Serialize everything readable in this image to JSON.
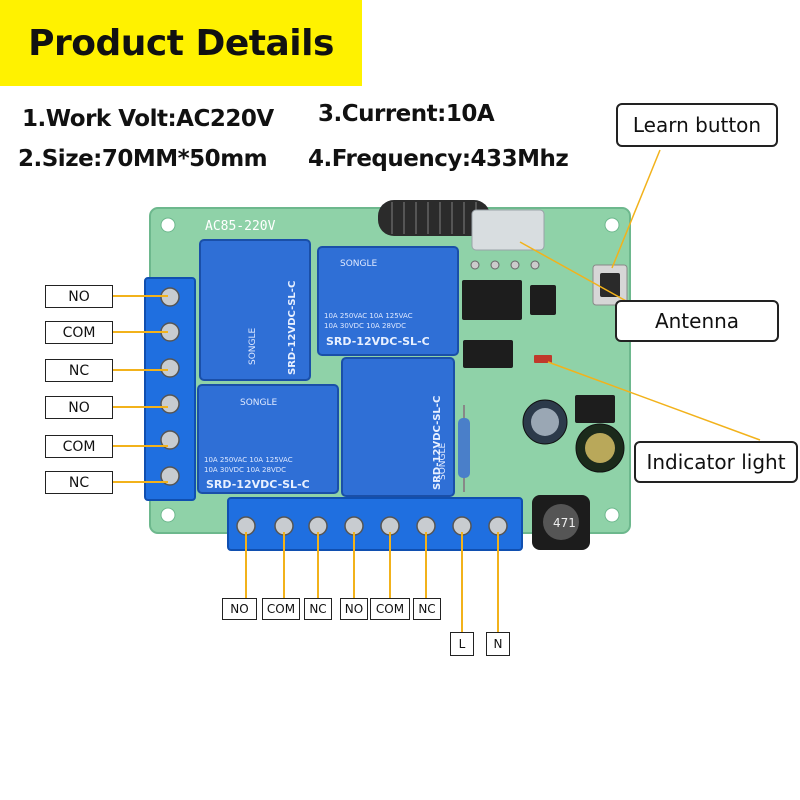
{
  "header": {
    "title": "Product Details",
    "banner_color": "#fff200"
  },
  "specs": [
    "1.Work Volt:AC220V",
    "2.Size:70MM*50mm",
    "3.Current:10A",
    "4.Frequency:433Mhz"
  ],
  "callouts": {
    "learn_button": "Learn button",
    "antenna": "Antenna",
    "indicator_light": "Indicator light"
  },
  "left_terminals": [
    "NO",
    "COM",
    "NC",
    "NO",
    "COM",
    "NC"
  ],
  "bottom_terminals": [
    "NO",
    "COM",
    "NC",
    "NO",
    "COM",
    "NC",
    "L",
    "N"
  ],
  "board": {
    "silkscreen": "AC85-220V",
    "relay_brand": "SONGLE",
    "relay_model": "SRD-12VDC-SL-C",
    "relay_rating_1": "10A 250VAC  10A 125VAC",
    "relay_rating_2": "10A  30VDC  10A  28VDC",
    "inductor_code": "471",
    "pcb_color": "#8fd2a8",
    "relay_color": "#2f6fd6",
    "terminal_color": "#1f6fe0",
    "leader_color": "#f2b21b"
  }
}
